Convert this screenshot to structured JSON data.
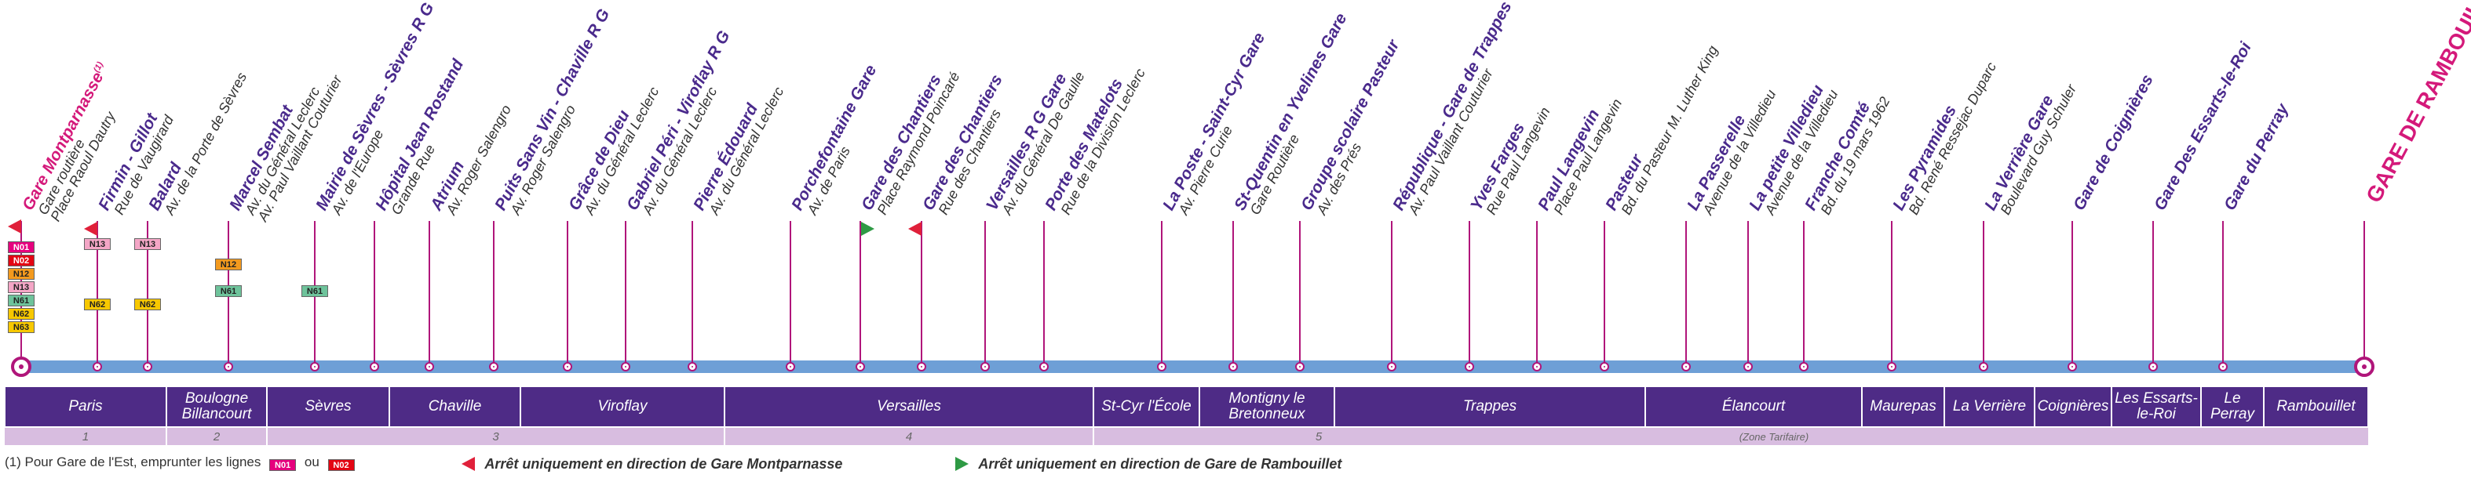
{
  "stops": [
    {
      "name": "Gare Montparnasse",
      "sup": "(1)",
      "addr": [
        "Gare routière",
        "Place Raoul Dautry"
      ],
      "style": "term",
      "lines": [
        "N01",
        "N02",
        "N12",
        "N13",
        "N61",
        "N62",
        "N63"
      ],
      "badge_layout": "stack",
      "marker": "left"
    },
    {
      "name": "Firmin - Gillot",
      "addr": [
        "Rue de Vaugirard"
      ],
      "lines": [
        "N13",
        "N62"
      ],
      "badge_layout": "split",
      "marker": "left"
    },
    {
      "name": "Balard",
      "addr": [
        "Av. de la Porte de Sèvres"
      ],
      "lines": [
        "N13",
        "N62"
      ],
      "badge_layout": "split"
    },
    {
      "name": "Marcel Sembat",
      "addr": [
        "Av. du Général Leclerc",
        "Av. Paul Vaillant Couturier"
      ],
      "lines": [
        "N12",
        "N61"
      ],
      "badge_layout": "pair"
    },
    {
      "name": "Mairie de Sèvres - Sèvres R G",
      "addr": [
        "Av. de l'Europe"
      ],
      "lines": [
        "N61"
      ],
      "badge_layout": "low"
    },
    {
      "name": "Hôpital Jean Rostand",
      "addr": [
        "Grande Rue"
      ],
      "lines": []
    },
    {
      "name": "Atrium",
      "addr": [
        "Av. Roger Salengro"
      ],
      "lines": []
    },
    {
      "name": "Puits Sans Vin - Chaville R G",
      "addr": [
        "Av. Roger Salengro"
      ],
      "lines": []
    },
    {
      "name": "Grâce de Dieu",
      "addr": [
        "Av. du Général Leclerc"
      ],
      "lines": []
    },
    {
      "name": "Gabriel Péri - Viroflay R G",
      "addr": [
        "Av. du Général Leclerc"
      ],
      "lines": []
    },
    {
      "name": "Pierre Édouard",
      "addr": [
        "Av. du Général Leclerc"
      ],
      "lines": []
    },
    {
      "name": "Porchefontaine Gare",
      "addr": [
        "Av. de Paris"
      ],
      "lines": []
    },
    {
      "name": "Gare des Chantiers",
      "addr": [
        "Place Raymond Poincaré"
      ],
      "lines": [],
      "marker": "right"
    },
    {
      "name": "Gare des Chantiers",
      "addr": [
        "Rue des Chantiers"
      ],
      "lines": [],
      "marker": "left"
    },
    {
      "name": "Versailles R G Gare",
      "addr": [
        "Av. du Général De Gaulle"
      ],
      "lines": []
    },
    {
      "name": "Porte des Matelots",
      "addr": [
        "Rue de la Division Leclerc"
      ],
      "lines": []
    },
    {
      "name": "La Poste - Saint-Cyr Gare",
      "addr": [
        "Av. Pierre Curie"
      ],
      "lines": []
    },
    {
      "name": "St-Quentin en Yvelines Gare",
      "addr": [
        "Gare Routière"
      ],
      "lines": []
    },
    {
      "name": "Groupe scolaire Pasteur",
      "addr": [
        "Av. des Prés"
      ],
      "lines": []
    },
    {
      "name": "République - Gare de Trappes",
      "addr": [
        "Av. Paul Vaillant Couturier"
      ],
      "lines": []
    },
    {
      "name": "Yves Farges",
      "addr": [
        "Rue Paul Langevin"
      ],
      "lines": []
    },
    {
      "name": "Paul Langevin",
      "addr": [
        "Place Paul Langevin"
      ],
      "lines": []
    },
    {
      "name": "Pasteur",
      "addr": [
        "Bd. du Pasteur M. Luther King"
      ],
      "lines": []
    },
    {
      "name": "La Passerelle",
      "addr": [
        "Avenue de la Villedieu"
      ],
      "lines": []
    },
    {
      "name": "La petite Villedieu",
      "addr": [
        "Avenue de la Villedieu"
      ],
      "lines": []
    },
    {
      "name": "Franche Comté",
      "addr": [
        "Bd. du 19 mars 1962"
      ],
      "lines": []
    },
    {
      "name": "Les Pyramides",
      "addr": [
        "Bd. René Ressejac Duparc"
      ],
      "lines": []
    },
    {
      "name": "La Verrière Gare",
      "addr": [
        "Boulevard Guy Schuler"
      ],
      "lines": []
    },
    {
      "name": "Gare de Coignières",
      "addr": [],
      "lines": []
    },
    {
      "name": "Gare Des Essarts-le-Roi",
      "addr": [],
      "lines": []
    },
    {
      "name": "Gare du Perray",
      "addr": [],
      "lines": []
    },
    {
      "name": "GARE DE RAMBOUILLET",
      "addr": [],
      "lines": [],
      "style": "endterm"
    }
  ],
  "communes": [
    {
      "name": "Paris"
    },
    {
      "name": "Boulogne Billancourt"
    },
    {
      "name": "Sèvres"
    },
    {
      "name": "Chaville"
    },
    {
      "name": "Viroflay"
    },
    {
      "name": "Versailles"
    },
    {
      "name": "St-Cyr l'École"
    },
    {
      "name": "Montigny le Bretonneux"
    },
    {
      "name": "Trappes"
    },
    {
      "name": "Élancourt"
    },
    {
      "name": "Maurepas"
    },
    {
      "name": "La Verrière"
    },
    {
      "name": "Coignières"
    },
    {
      "name": "Les Essarts-le-Roi"
    },
    {
      "name": "Le Perray"
    },
    {
      "name": "Rambouillet"
    }
  ],
  "zones": [
    {
      "label": "1"
    },
    {
      "label": "2"
    },
    {
      "label": "3"
    },
    {
      "label": "4"
    },
    {
      "label": "5"
    },
    {
      "label": "(Zone Tarifaire)"
    }
  ],
  "line_colors": {
    "N01": "#e6007e",
    "N02": "#e30613",
    "N12": "#f39a1e",
    "N13": "#f4a6c6",
    "N61": "#6ec39b",
    "N62": "#f7c800",
    "N63": "#f7c800"
  },
  "line_text_colors": {
    "N01": "#ffffff",
    "N02": "#ffffff",
    "N12": "#222222",
    "N13": "#222222",
    "N61": "#222222",
    "N62": "#222222",
    "N63": "#222222"
  },
  "footnote": {
    "text": "(1) Pour Gare de l'Est, emprunter les lignes",
    "badge1": "N01",
    "sep": "ou",
    "badge2": "N02"
  },
  "legend": {
    "left_text": "Arrêt uniquement en direction de Gare Montparnasse",
    "right_text": "Arrêt uniquement en direction de Gare de Rambouillet"
  },
  "colors": {
    "stop_name": "#4a2a8c",
    "terminus": "#d4197a",
    "rail": "#6e9fd6",
    "commune_bg": "#4e2b86",
    "zone_bg": "#d8bde0",
    "marker_left": "#e0203a",
    "marker_right": "#2e9a44"
  }
}
